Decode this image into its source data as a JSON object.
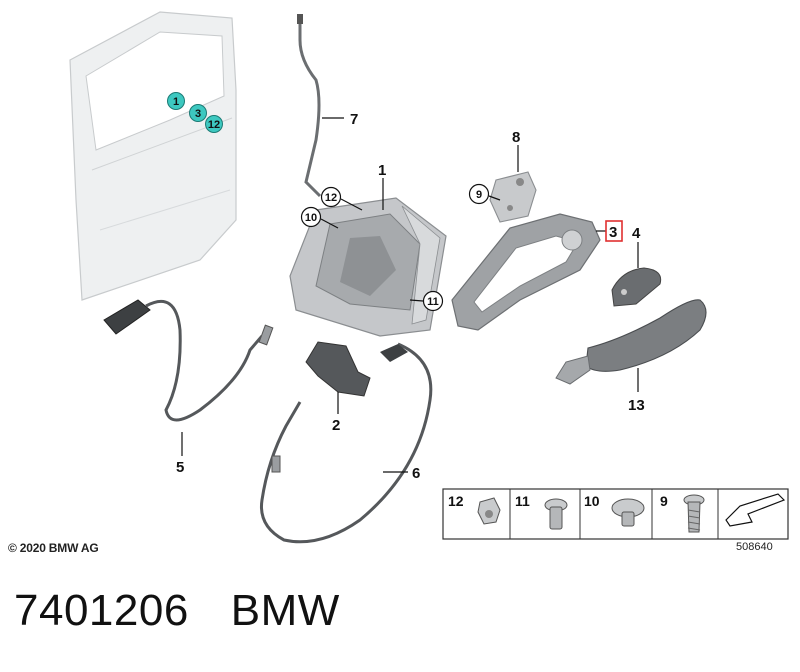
{
  "callouts": {
    "c1": "1",
    "c2": "2",
    "c3": "3",
    "c4": "4",
    "c5": "5",
    "c6": "6",
    "c7": "7",
    "c8": "8",
    "c9": "9",
    "c10": "10",
    "c11": "11",
    "c12": "12",
    "c13": "13"
  },
  "door_markers": [
    "1",
    "3",
    "12"
  ],
  "legend": [
    "12",
    "11",
    "10",
    "9"
  ],
  "copyright": "© 2020 BMW AG",
  "diagram_id": "508640",
  "caption": {
    "part_number": "7401206",
    "brand": "BMW"
  },
  "colors": {
    "teal_marker": "#3dc8c0",
    "highlight_box": "#e03030",
    "part_grey": "#b9bbbe",
    "door_fill": "#eef0f1"
  }
}
